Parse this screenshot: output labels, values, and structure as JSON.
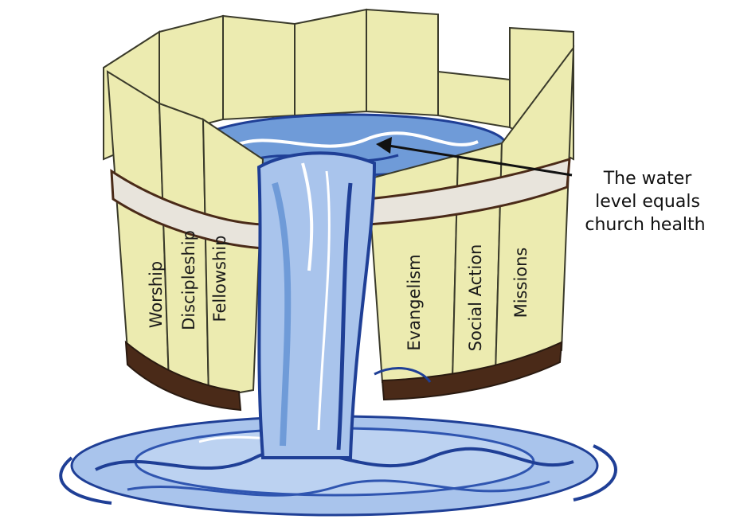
{
  "colors": {
    "stave_fill": "#ecebb0",
    "stave_stroke": "#3a3a2a",
    "band_fill": "#e8e4dc",
    "band_dark": "#4a2a18",
    "water_light": "#a9c4ec",
    "water_mid": "#6f9bd8",
    "water_dark": "#1f3f96",
    "text": "#111111"
  },
  "staves": {
    "left": [
      "Worship",
      "Discipleship",
      "Fellowship"
    ],
    "right": [
      "Evangelism",
      "Social Action",
      "Missions"
    ]
  },
  "callout": {
    "lines": [
      "The water",
      "level equals",
      "church health"
    ]
  }
}
